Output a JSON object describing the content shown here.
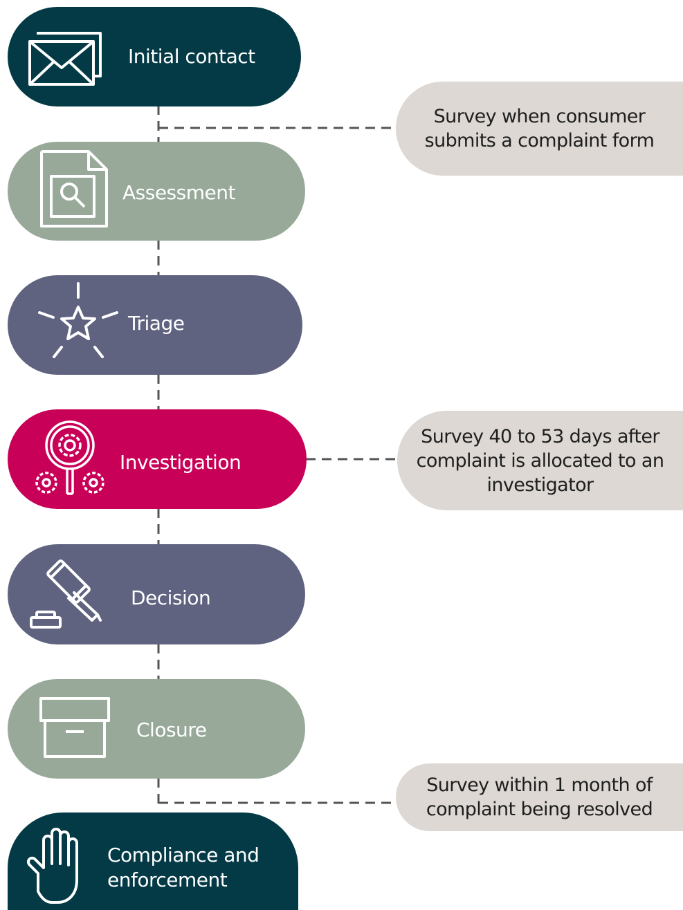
{
  "colors": {
    "dark_teal": "#033a46",
    "sage": "#98a99a",
    "slate": "#5f6380",
    "magenta": "#c90057",
    "note_bg": "#ddd8d3",
    "connector": "#555555"
  },
  "stages": [
    {
      "label": "Initial contact",
      "icon": "envelope-icon",
      "color": "dark_teal"
    },
    {
      "label": "Assessment",
      "icon": "document-search-icon",
      "color": "sage"
    },
    {
      "label": "Triage",
      "icon": "star-burst-icon",
      "color": "slate"
    },
    {
      "label": "Investigation",
      "icon": "gears-icon",
      "color": "magenta"
    },
    {
      "label": "Decision",
      "icon": "gavel-icon",
      "color": "slate"
    },
    {
      "label": "Closure",
      "icon": "archive-box-icon",
      "color": "sage"
    },
    {
      "label": "Compliance and enforcement",
      "icon": "hand-icon",
      "color": "dark_teal"
    }
  ],
  "surveys": [
    {
      "lines": [
        "Survey when consumer",
        "submits a complaint form"
      ]
    },
    {
      "lines": [
        "Survey 40 to 53 days after",
        "complaint is allocated to an",
        "investigator"
      ]
    },
    {
      "lines": [
        "Survey within 1 month of",
        "complaint being resolved"
      ]
    }
  ]
}
